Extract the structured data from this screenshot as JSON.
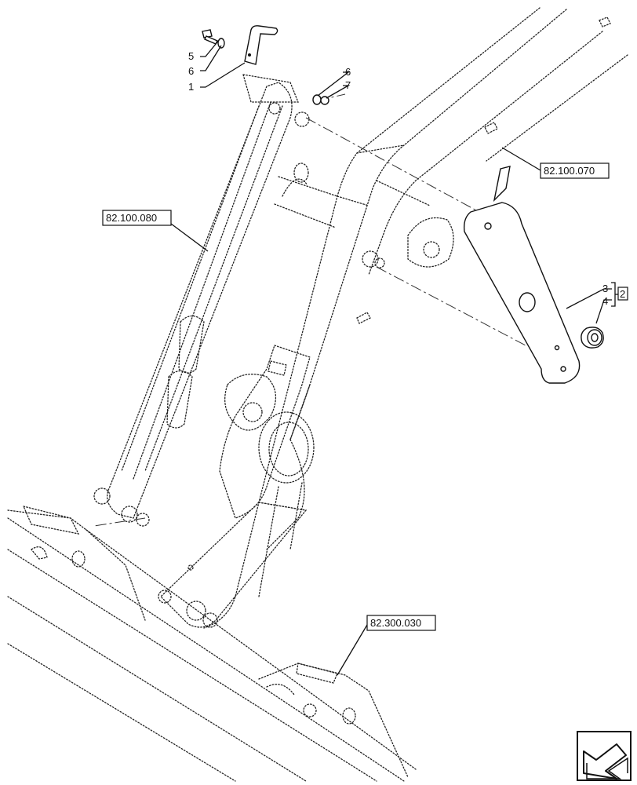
{
  "callouts": [
    {
      "id": "callout-1",
      "text": "1"
    },
    {
      "id": "callout-2",
      "text": "2"
    },
    {
      "id": "callout-3",
      "text": "3"
    },
    {
      "id": "callout-4",
      "text": "4"
    },
    {
      "id": "callout-5",
      "text": "5"
    },
    {
      "id": "callout-6a",
      "text": "6"
    },
    {
      "id": "callout-6b",
      "text": "6"
    },
    {
      "id": "callout-7",
      "text": "7"
    }
  ],
  "references": [
    {
      "id": "ref-82-100-070",
      "text": "82.100.070"
    },
    {
      "id": "ref-82-100-080",
      "text": "82.100.080"
    },
    {
      "id": "ref-82-300-030",
      "text": "82.300.030"
    }
  ],
  "nav_icon": "next-page-arrow-icon"
}
